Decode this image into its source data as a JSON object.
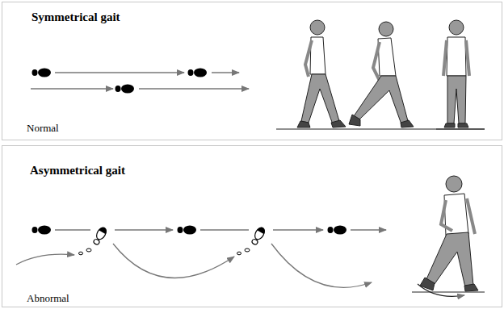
{
  "diagram": {
    "nodes": [
      {
        "text": [
          "Symmetrical gait",
          "Normal"
        ]
      },
      {
        "text": [
          "Asymmetrical gait",
          "Abnormal"
        ]
      }
    ]
  }
}
